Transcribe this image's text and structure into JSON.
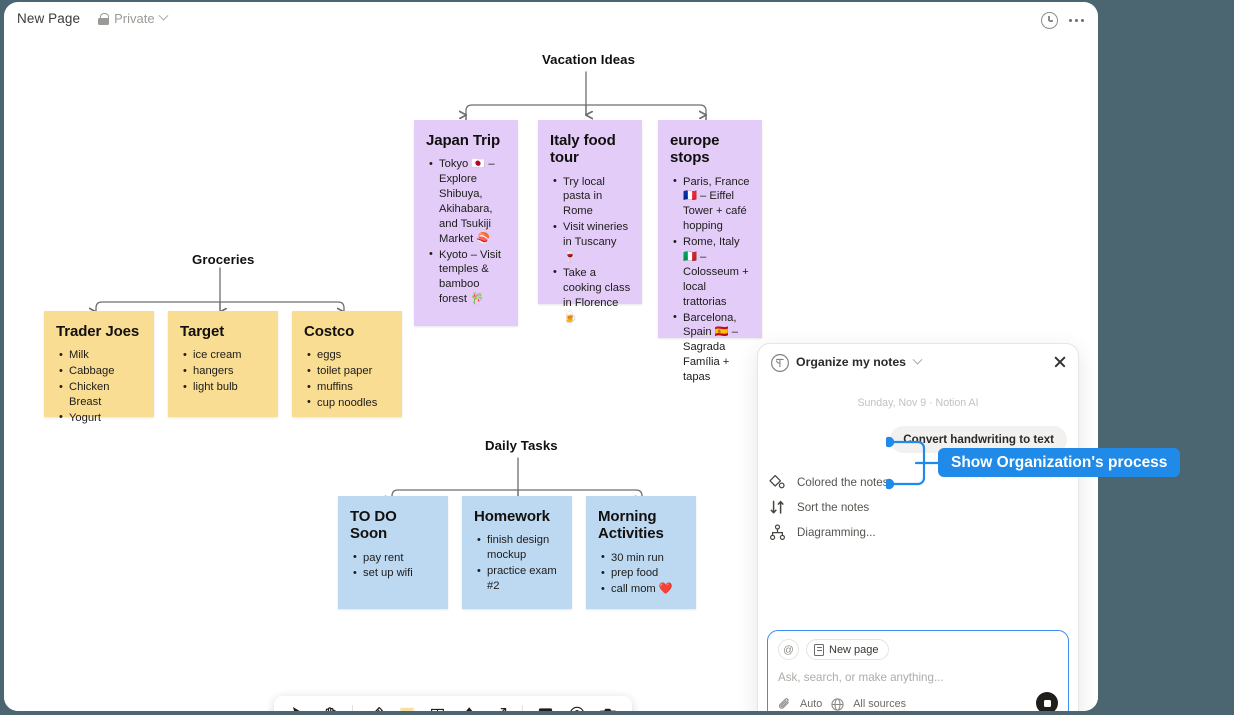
{
  "window": {
    "page_title": "New Page",
    "privacy_label": "Private",
    "lock_icon": "lock-icon",
    "chevron_icon": "chevron-down-icon",
    "history_icon": "clock-history-icon",
    "more_icon": "more-options-icon"
  },
  "mindmap": {
    "groups": [
      {
        "id": "vacation",
        "title": "Vacation Ideas",
        "color": "#e3cdf8",
        "cards": [
          {
            "title": "Japan Trip",
            "items": [
              "Tokyo 🇯🇵 – Explore Shibuya, Akihabara, and Tsukiji Market 🍣",
              "Kyoto – Visit temples & bamboo forest 🎋"
            ]
          },
          {
            "title": "Italy food tour",
            "items": [
              "Try local pasta in Rome",
              "Visit wineries in Tuscany 🍷",
              "Take a cooking class in Florence 🍺"
            ]
          },
          {
            "title": "europe stops",
            "items": [
              "Paris, France 🇫🇷 – Eiffel Tower + café hopping",
              "Rome, Italy 🇮🇹 – Colosseum + local trattorias",
              "Barcelona, Spain 🇪🇸 – Sagrada Família + tapas"
            ]
          }
        ]
      },
      {
        "id": "groceries",
        "title": "Groceries",
        "color": "#f9dd92",
        "cards": [
          {
            "title": "Trader Joes",
            "items": [
              "Milk",
              "Cabbage",
              "Chicken Breast",
              "Yogurt"
            ]
          },
          {
            "title": "Target",
            "items": [
              "ice cream",
              "hangers",
              "light bulb"
            ]
          },
          {
            "title": "Costco",
            "items": [
              "eggs",
              "toilet paper",
              "muffins",
              "cup noodles"
            ]
          }
        ]
      },
      {
        "id": "daily",
        "title": "Daily Tasks",
        "color": "#bdd9f1",
        "cards": [
          {
            "title": "TO DO Soon",
            "items": [
              "pay rent",
              "set up wifi"
            ]
          },
          {
            "title": "Homework",
            "items": [
              "finish design mockup",
              "practice exam #2"
            ]
          },
          {
            "title": "Morning Activities",
            "items": [
              "30 min run",
              "prep food",
              "call mom ❤️"
            ]
          }
        ]
      }
    ]
  },
  "ai_panel": {
    "title": "Organize my notes",
    "badge_icon": "notion-ai-icon",
    "chevron_icon": "chevron-down-icon",
    "close_icon": "close-icon",
    "date_line": "Sunday, Nov 9 · Notion AI",
    "user_message": "Convert handwriting to text",
    "steps": [
      {
        "label": "Colored the notes",
        "icon": "color-swatch-icon"
      },
      {
        "label": "Sort the notes",
        "icon": "sort-arrows-icon"
      },
      {
        "label": "Diagramming...",
        "icon": "org-chart-icon"
      }
    ],
    "composer": {
      "at_label": "@",
      "page_chip_label": "New page",
      "page_chip_icon": "document-icon",
      "placeholder": "Ask, search, or make anything...",
      "attach_icon": "paperclip-icon",
      "mode_label": "Auto",
      "sources_label": "All sources",
      "sources_icon": "globe-icon",
      "send_icon": "stop-send-icon"
    }
  },
  "callout": {
    "text": "Show Organization's process",
    "color": "#1f8ae8"
  },
  "toolbar": {
    "items": [
      {
        "name": "select-tool",
        "icon": "cursor-icon"
      },
      {
        "name": "pan-tool",
        "icon": "hand-icon"
      },
      {
        "name": "separator-1",
        "icon": "divider"
      },
      {
        "name": "pen-tool",
        "icon": "pencil-icon"
      },
      {
        "name": "sticky-note-tool",
        "icon": "sticky-note-icon"
      },
      {
        "name": "text-tool",
        "icon": "text-t-icon"
      },
      {
        "name": "shapes-tool",
        "icon": "shapes-icon"
      },
      {
        "name": "connector-tool",
        "icon": "arrow-diagonal-icon"
      },
      {
        "name": "separator-2",
        "icon": "divider"
      },
      {
        "name": "frame-tool",
        "icon": "frame-icon"
      },
      {
        "name": "help-button",
        "icon": "question-circle-icon"
      },
      {
        "name": "screenshot-tool",
        "icon": "camera-icon"
      }
    ]
  }
}
